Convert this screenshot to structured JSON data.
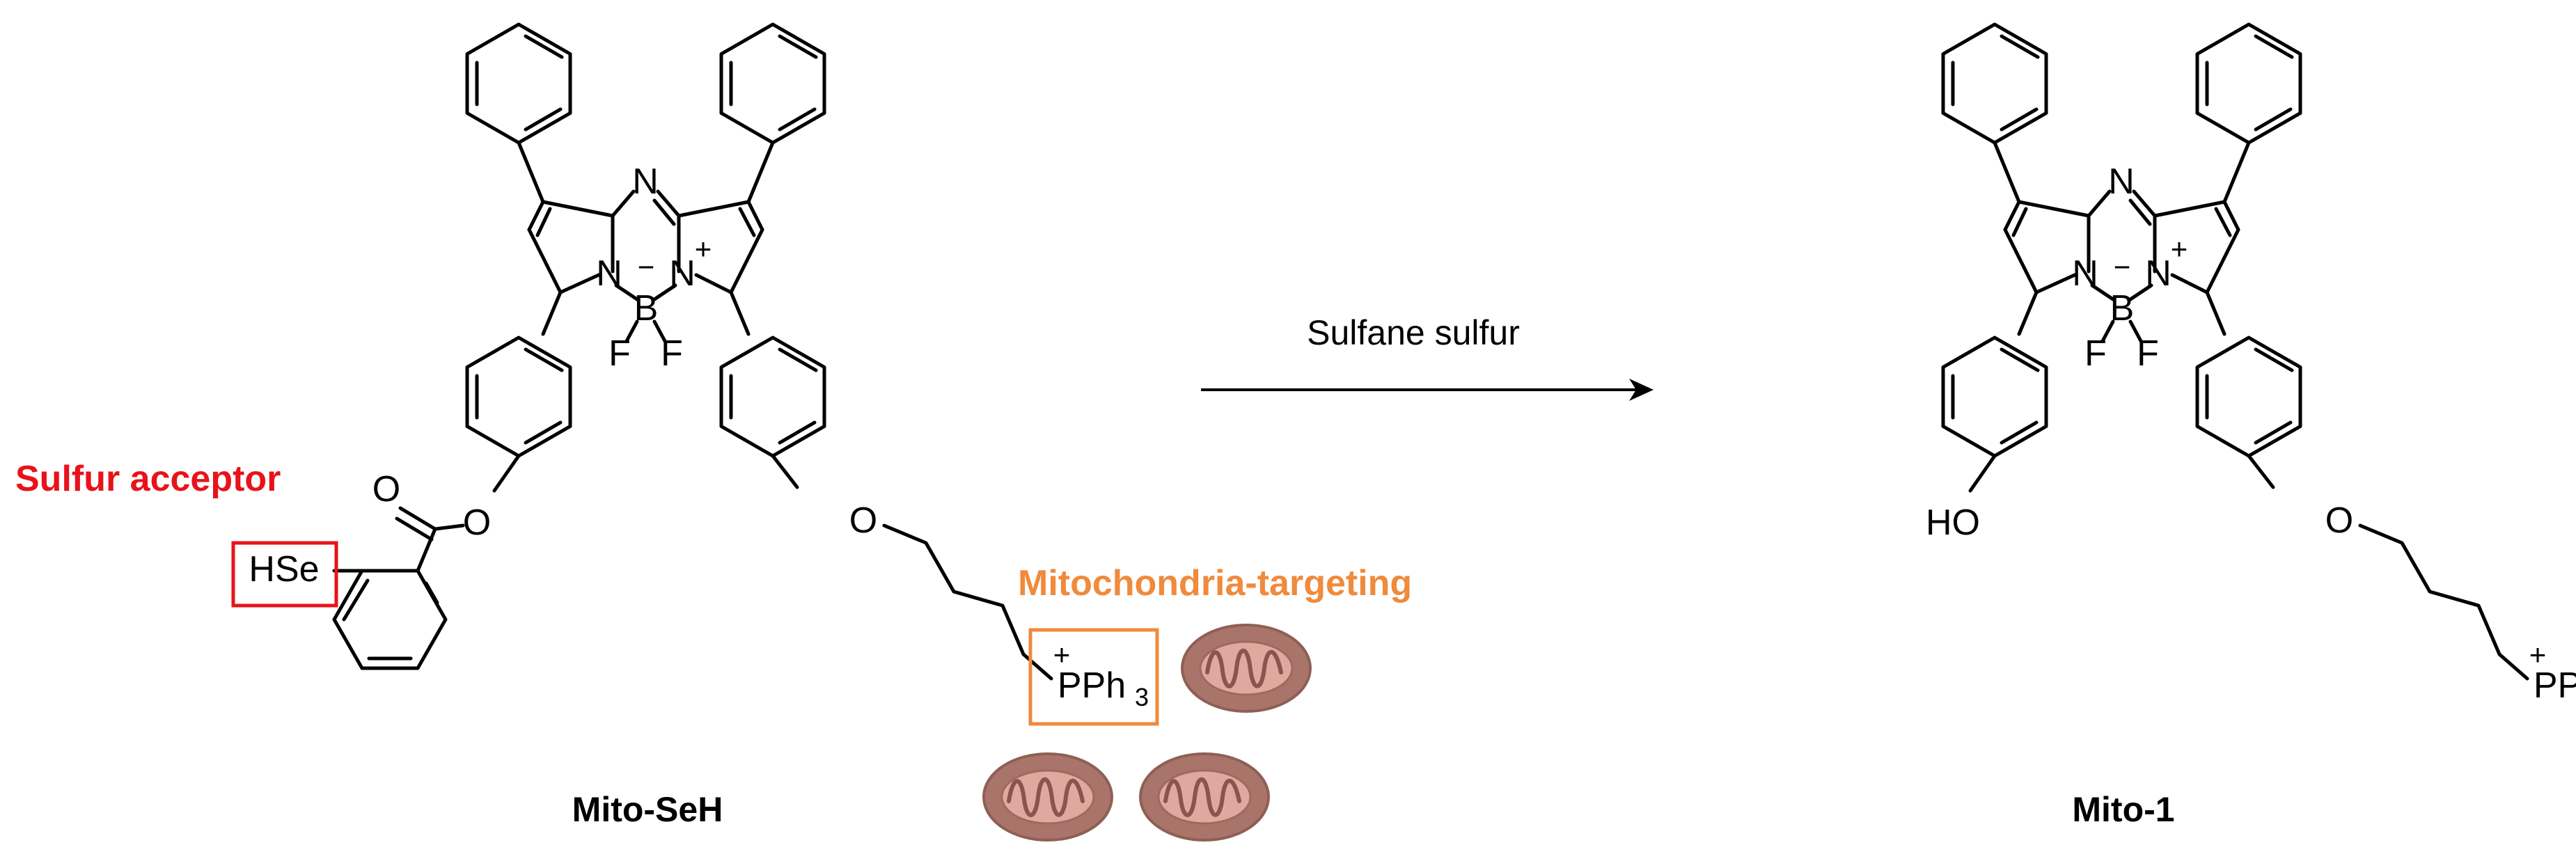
{
  "reaction": {
    "reagent_label": "Sulfane sulfur",
    "reactant_name": "Mito-SeH",
    "product_name": "Mito-1"
  },
  "annotations": {
    "sulfur_acceptor": {
      "text": "Sulfur acceptor",
      "color": "#e8131a"
    },
    "mito_targeting": {
      "text": "Mitochondria-targeting",
      "color": "#f08a3c"
    }
  },
  "atoms": {
    "N": "N",
    "B": "B",
    "F": "F",
    "O": "O",
    "HSe": "HSe",
    "HO": "HO",
    "PPh": "PPh",
    "sub3": "3",
    "plus": "+",
    "minus": "−"
  },
  "icons": [
    "mitochondrion-icon",
    "mitochondrion-icon",
    "mitochondrion-icon"
  ]
}
